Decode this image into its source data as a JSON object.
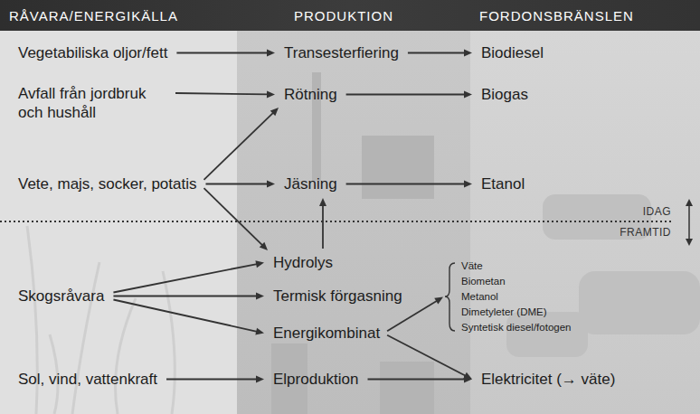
{
  "diagram": {
    "nodes": [
      {
        "text": [
          "Vegetabiliska oljor/fett"
        ]
      },
      {
        "text": [
          "Transesterfiering"
        ]
      },
      {
        "text": [
          "Biodiesel"
        ]
      },
      {
        "text": [
          "Avfall från jordbruk och hushåll"
        ]
      },
      {
        "text": [
          "Rötning"
        ]
      },
      {
        "text": [
          "Biogas"
        ]
      },
      {
        "text": [
          "Vete, majs, socker, potatis"
        ]
      },
      {
        "text": [
          "Jäsning"
        ]
      },
      {
        "text": [
          "Etanol"
        ]
      },
      {
        "text": [
          "Hydrolys"
        ]
      },
      {
        "text": [
          "Skogsråvara"
        ]
      },
      {
        "text": [
          "Termisk förgasning"
        ]
      },
      {
        "text": [
          "Energikombinat"
        ]
      },
      {
        "text": [
          "Väte",
          "Biometan",
          "Metanol",
          "Dimetyleter (DME)",
          "Syntetisk diesel/fotogen"
        ]
      },
      {
        "text": [
          "Sol, vind, vattenkraft"
        ]
      },
      {
        "text": [
          "Elproduktion"
        ]
      },
      {
        "text": [
          "Elektricitet (→ väte)"
        ]
      }
    ],
    "edges": [
      {
        "from": 0,
        "to": 1,
        "arrow": "to"
      },
      {
        "from": 1,
        "to": 2,
        "arrow": "to"
      },
      {
        "from": 3,
        "to": 4,
        "arrow": "to"
      },
      {
        "from": 4,
        "to": 5,
        "arrow": "to"
      },
      {
        "from": 6,
        "to": 4,
        "arrow": "to"
      },
      {
        "from": 6,
        "to": 7,
        "arrow": "to"
      },
      {
        "from": 6,
        "to": 9,
        "arrow": "to"
      },
      {
        "from": 7,
        "to": 8,
        "arrow": "to"
      },
      {
        "from": 9,
        "to": 7,
        "arrow": "to"
      },
      {
        "from": 10,
        "to": 9,
        "arrow": "to"
      },
      {
        "from": 10,
        "to": 11,
        "arrow": "to"
      },
      {
        "from": 10,
        "to": 12,
        "arrow": "to"
      },
      {
        "from": 12,
        "to": 13,
        "arrow": "to"
      },
      {
        "from": 12,
        "to": 16,
        "arrow": "to"
      },
      {
        "from": 14,
        "to": 15,
        "arrow": "to"
      },
      {
        "from": 15,
        "to": 16,
        "arrow": "to"
      }
    ],
    "labels": [
      "RÅVARA/ENERGIKÄLLA",
      "PRODUKTION",
      "FORDONSBRÄNSLEN",
      "IDAG",
      "FRAMTID"
    ]
  }
}
